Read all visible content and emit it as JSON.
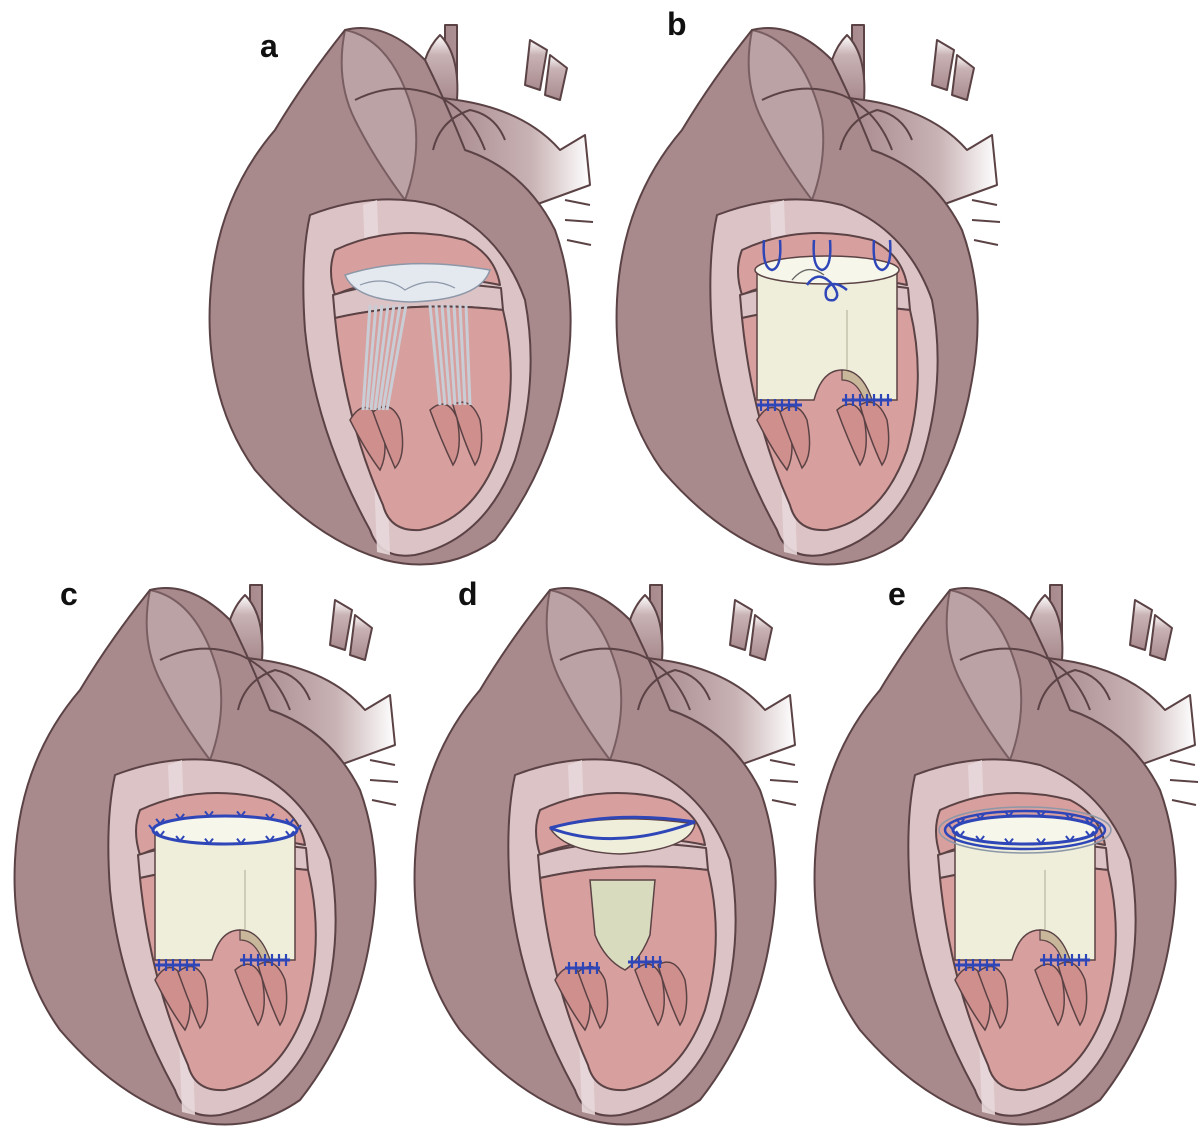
{
  "panels": [
    {
      "label": "a",
      "variant": "native-valve"
    },
    {
      "label": "b",
      "variant": "tube-suturing"
    },
    {
      "label": "c",
      "variant": "tube-annulus-sutured"
    },
    {
      "label": "d",
      "variant": "tapered-tube"
    },
    {
      "label": "e",
      "variant": "tube-with-ring"
    }
  ],
  "colors": {
    "heart_outer": "#a88a8d",
    "heart_light": "#c9b3b5",
    "outline": "#5b4245",
    "chamber_wall": "#dcc3c6",
    "chamber_inner": "#d7a09e",
    "graft": "#eeeedb",
    "suture": "#2f46b8",
    "chordae": "#c9cdd6",
    "leaflet": "#e4e8ef"
  }
}
